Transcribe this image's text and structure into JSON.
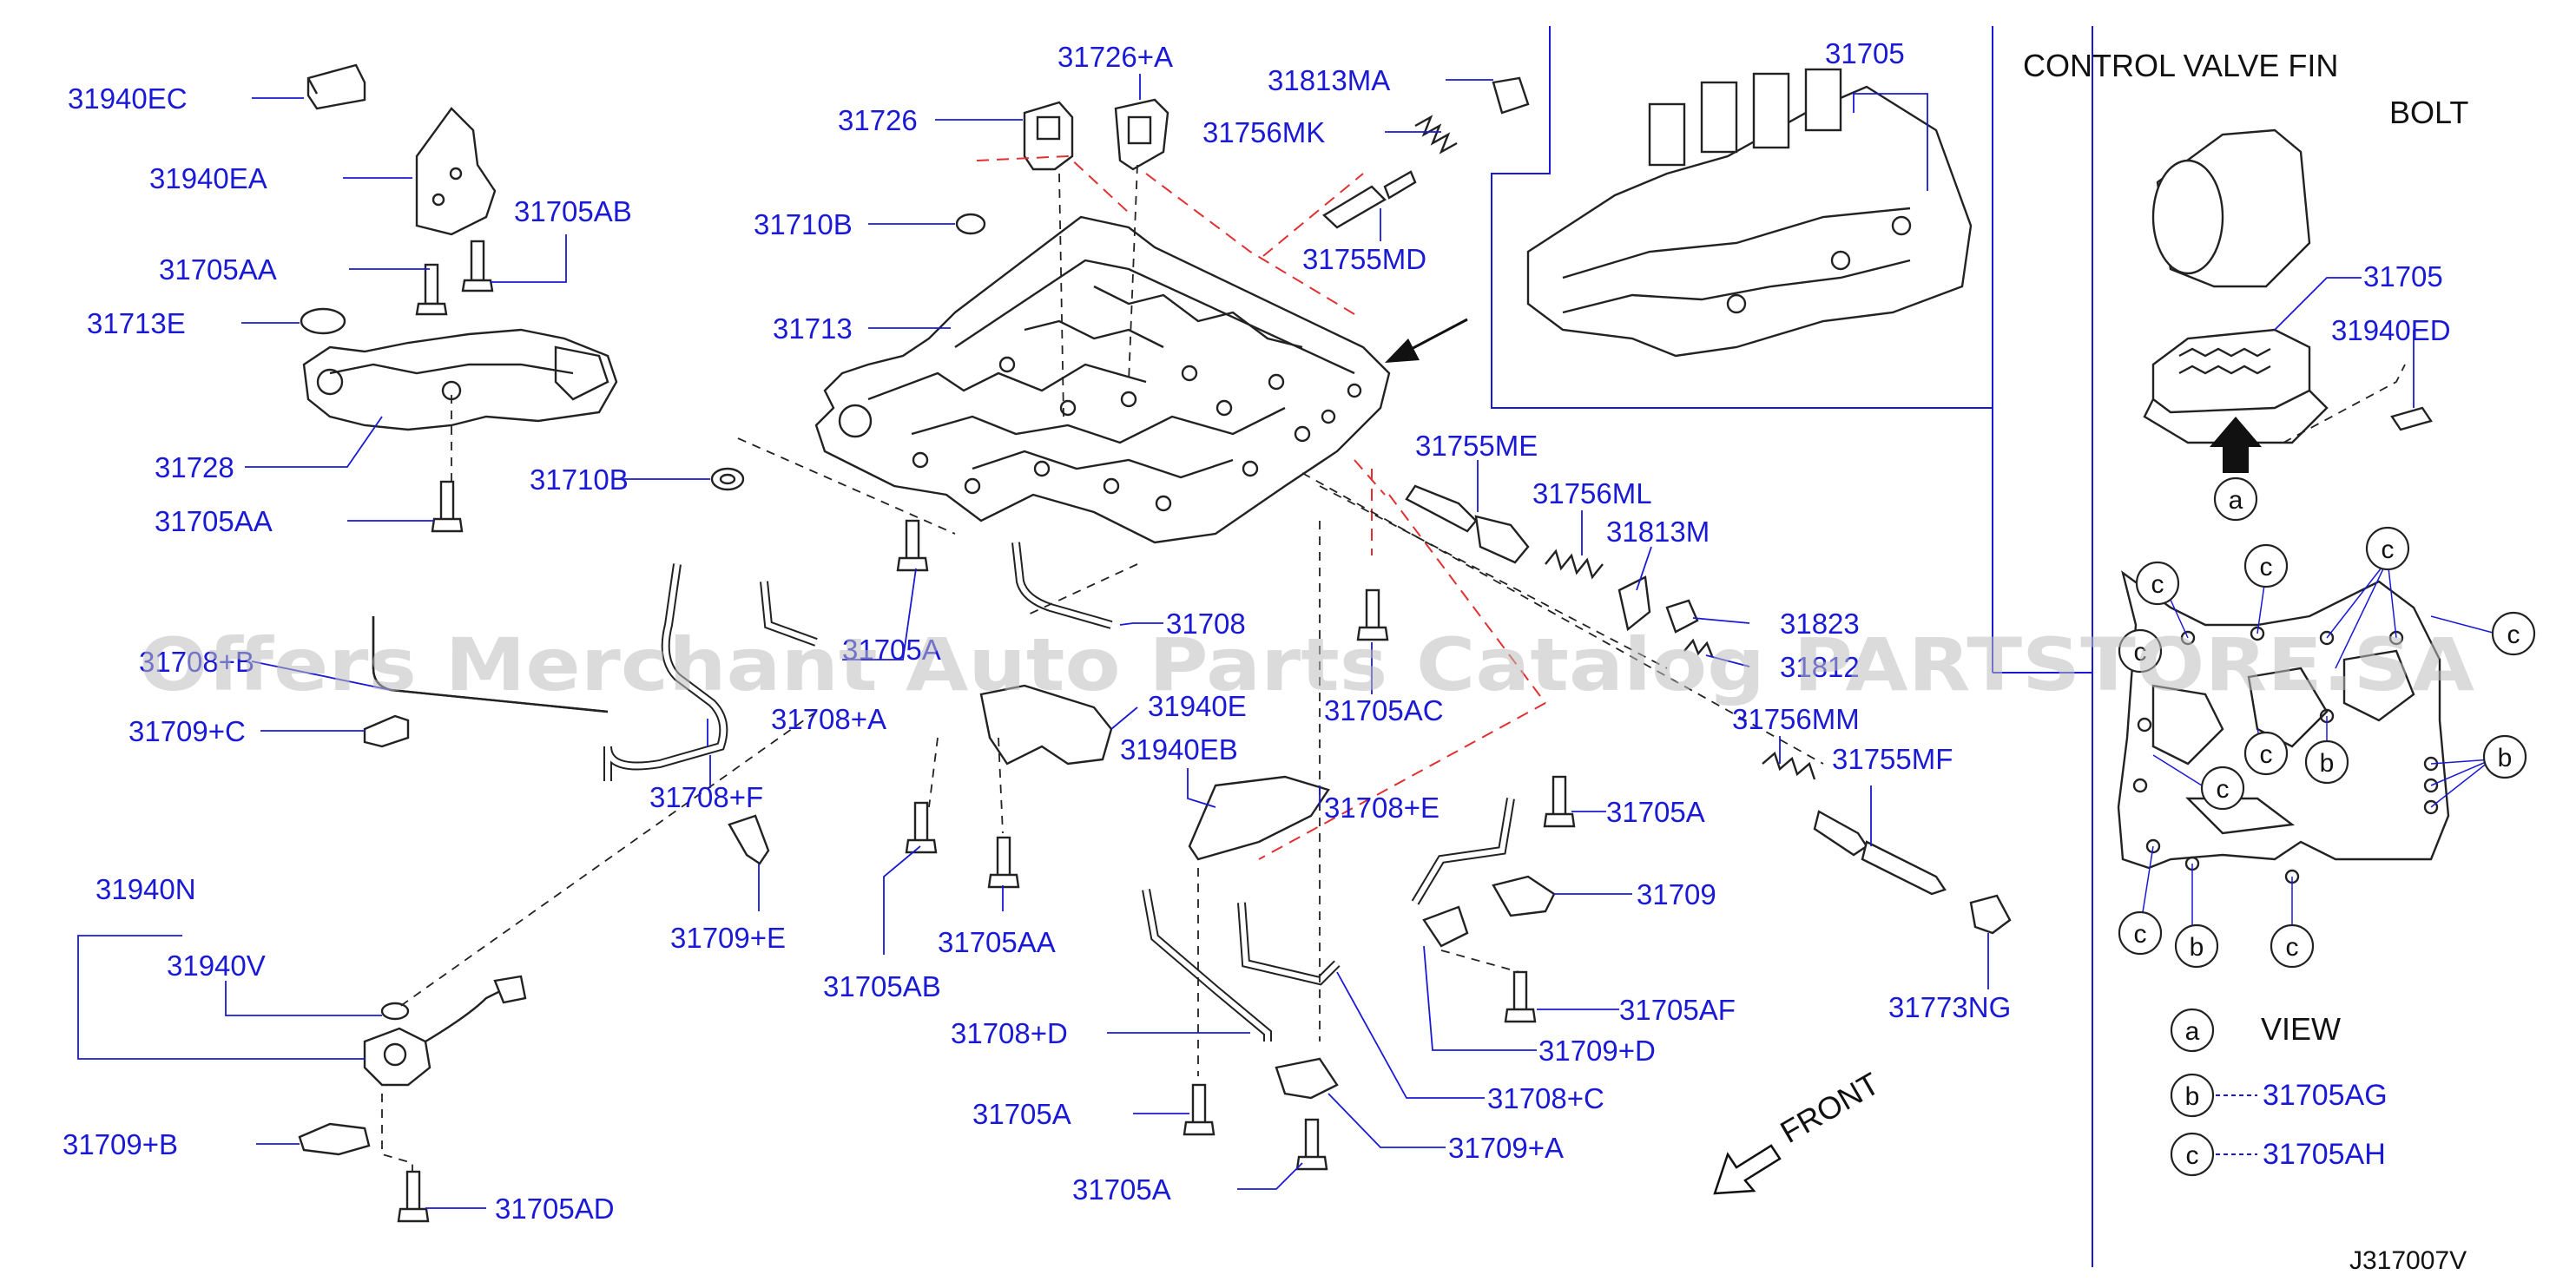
{
  "header": {
    "title_line1": "CONTROL  VALVE  FIN",
    "title_line2": "BOLT"
  },
  "watermark": "Offers Merchant Auto Parts Catalog PARTSTORE.SA",
  "footer": {
    "code": "J317007V"
  },
  "front_label": "FRONT",
  "callouts": {
    "c1": "31940EC",
    "c2": "31940EA",
    "c3": "31705AB",
    "c4": "31705AA",
    "c5": "31713E",
    "c6": "31728",
    "c7": "31710B",
    "c8": "31705AA",
    "c9": "31726",
    "c10": "31726+A",
    "c11": "31813MA",
    "c12": "31756MK",
    "c13": "31710B",
    "c14": "31755MD",
    "c15": "31713",
    "c16": "31755ME",
    "c17": "31756ML",
    "c18": "31813M",
    "c19": "31708",
    "c20": "31823",
    "c21": "31812",
    "c22": "31708+B",
    "c23": "31705A",
    "c24": "31709+C",
    "c25": "31708+A",
    "c26": "31940E",
    "c27": "31705AC",
    "c28": "31756MM",
    "c29": "31755MF",
    "c30": "31940EB",
    "c31": "31708+F",
    "c32": "31708+E",
    "c33": "31705A",
    "c34": "31709+E",
    "c35": "31705AA",
    "c36": "31705AB",
    "c37": "31709",
    "c38": "31940N",
    "c39": "31940V",
    "c40": "31705AF",
    "c41": "31773NG",
    "c42": "31708+D",
    "c43": "31709+D",
    "c44": "31708+C",
    "c45": "31705A",
    "c46": "31709+B",
    "c47": "31709+A",
    "c48": "31705A",
    "c49": "31705AD",
    "c50": "31705",
    "c51": "31705",
    "c52": "31940ED"
  },
  "view_markers": {
    "a": "a",
    "b": "b",
    "c": "c"
  },
  "legend": {
    "view_text": "VIEW",
    "b_part": "31705AG",
    "c_part": "31705AH"
  }
}
